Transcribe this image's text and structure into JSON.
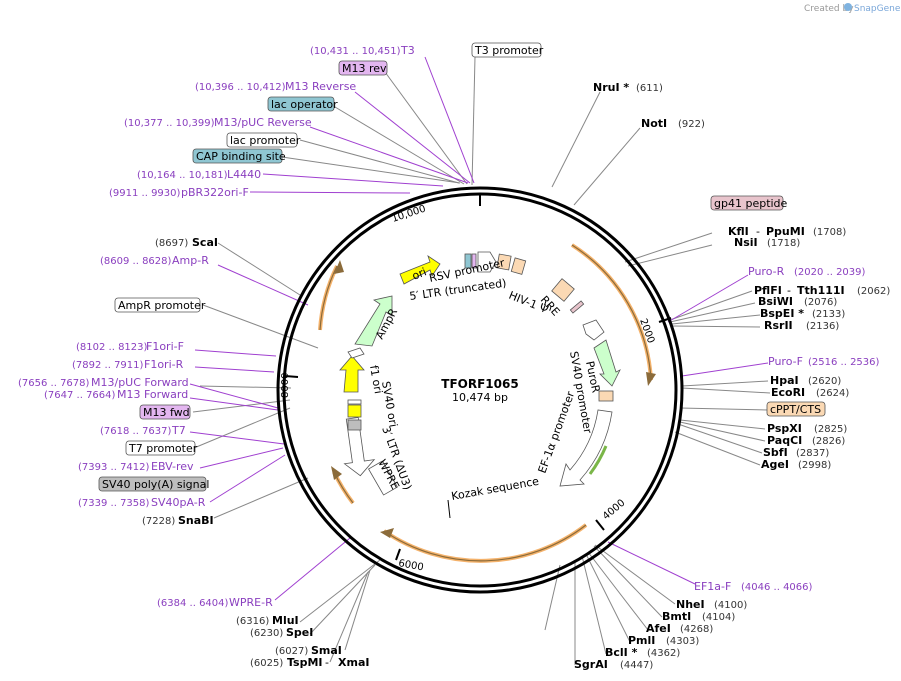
{
  "header": {
    "created_by": "Created by",
    "brand": "SnapGene"
  },
  "plasmid": {
    "name": "TFORF1065",
    "length": "10,474 bp"
  },
  "ticks": [
    "2000",
    "4000",
    "6000",
    "8000",
    "10,000"
  ],
  "enzymes": [
    {
      "name": "NruI *",
      "pos": "(611)"
    },
    {
      "name": "NotI",
      "pos": "(922)"
    },
    {
      "name": "KflI",
      "sep": " - ",
      "name2": "PpuMI",
      "pos": "(1708)"
    },
    {
      "name": "NsiI",
      "pos": "(1718)"
    },
    {
      "name": "PflFI",
      "sep": " - ",
      "name2": "Tth111I",
      "pos": "(2062)"
    },
    {
      "name": "BsiWI",
      "pos": "(2076)"
    },
    {
      "name": "BspEI *",
      "pos": "(2133)"
    },
    {
      "name": "RsrII",
      "pos": "(2136)"
    },
    {
      "name": "HpaI",
      "pos": "(2620)"
    },
    {
      "name": "EcoRI",
      "pos": "(2624)"
    },
    {
      "name": "PspXI",
      "pos": "(2825)"
    },
    {
      "name": "PaqCI",
      "pos": "(2826)"
    },
    {
      "name": "SbfI",
      "pos": "(2837)"
    },
    {
      "name": "AgeI",
      "pos": "(2998)"
    },
    {
      "name": "NheI",
      "pos": "(4100)"
    },
    {
      "name": "BmtI",
      "pos": "(4104)"
    },
    {
      "name": "AfeI",
      "pos": "(4268)"
    },
    {
      "name": "PmlI",
      "pos": "(4303)"
    },
    {
      "name": "BclI *",
      "pos": "(4362)"
    },
    {
      "name": "SgrAI",
      "pos": "(4447)"
    },
    {
      "name": "SnaBI",
      "pos": "(7228)"
    },
    {
      "name": "TspMI",
      "sep": " - ",
      "name2": "XmaI",
      "pos": "(6025)"
    },
    {
      "name": "SmaI",
      "pos": "(6027)"
    },
    {
      "name": "SpeI",
      "pos": "(6230)"
    },
    {
      "name": "MluI",
      "pos": "(6316)"
    },
    {
      "name": "ScaI",
      "pos": "(8697)"
    }
  ],
  "primers": [
    {
      "name": "T3",
      "pos": "(10,431 .. 10,451)"
    },
    {
      "name": "M13 Reverse",
      "pos": "(10,396 .. 10,412)"
    },
    {
      "name": "M13/pUC Reverse",
      "pos": "(10,377 .. 10,399)"
    },
    {
      "name": "L4440",
      "pos": "(10,164 .. 10,181)"
    },
    {
      "name": "pBR322ori-F",
      "pos": "(9911 .. 9930)"
    },
    {
      "name": "Amp-R",
      "pos": "(8609 .. 8628)"
    },
    {
      "name": "F1ori-F",
      "pos": "(8102 .. 8123)"
    },
    {
      "name": "F1ori-R",
      "pos": "(7892 .. 7911)"
    },
    {
      "name": "M13/pUC Forward",
      "pos": "(7656 .. 7678)"
    },
    {
      "name": "M13 Forward",
      "pos": "(7647 .. 7664)"
    },
    {
      "name": "T7",
      "pos": "(7618 .. 7637)"
    },
    {
      "name": "EBV-rev",
      "pos": "(7393 .. 7412)"
    },
    {
      "name": "SV40pA-R",
      "pos": "(7339 .. 7358)"
    },
    {
      "name": "WPRE-R",
      "pos": "(6384 .. 6404)"
    },
    {
      "name": "Puro-R",
      "pos": "(2020 .. 2039)"
    },
    {
      "name": "Puro-F",
      "pos": "(2516 .. 2536)"
    },
    {
      "name": "EF1a-F",
      "pos": "(4046 .. 4066)"
    }
  ],
  "boxed_features": [
    {
      "label": "T3 promoter",
      "fill": "#ffffff"
    },
    {
      "label": "M13 rev",
      "fill": "#e3b6f0"
    },
    {
      "label": "lac operator",
      "fill": "#8fc6d2"
    },
    {
      "label": "lac promoter",
      "fill": "#ffffff"
    },
    {
      "label": "CAP binding site",
      "fill": "#8fc6d2"
    },
    {
      "label": "gp41 peptide",
      "fill": "#e8c4cc"
    },
    {
      "label": "cPPT/CTS",
      "fill": "#fbd9b4"
    },
    {
      "label": "AmpR promoter",
      "fill": "#ffffff"
    },
    {
      "label": "M13 fwd",
      "fill": "#e3b6f0"
    },
    {
      "label": "T7 promoter",
      "fill": "#ffffff"
    },
    {
      "label": "SV40 poly(A) signal",
      "fill": "#bdbdbd"
    }
  ],
  "inner_labels": {
    "rsv": "RSV promoter",
    "ltr5": "5′ LTR (truncated)",
    "hiv": "HIV-1 Ψ",
    "rre": "RRE",
    "ori": "ori",
    "ampr": "AmpR",
    "f1ori": "f1 ori",
    "sv40ori": "SV40 ori",
    "ltr3": "3′ LTR (ΔU3)",
    "wpre": "WPRE",
    "puror": "PuroR",
    "sv40p": "SV40 promoter",
    "ef1a": "EF-1α promoter",
    "kozak": "Kozak sequence"
  },
  "colors": {
    "backbone": "#000000",
    "primer": "#8a3fbf",
    "orf_arc": "#f4b26b",
    "ori_fill": "#ffff00",
    "ampr_fill": "#ccffcc",
    "puror_fill": "#ccffcc",
    "ltr_fill": "#ffffff"
  }
}
